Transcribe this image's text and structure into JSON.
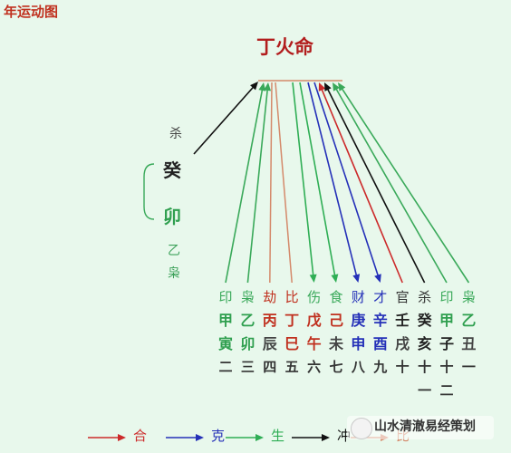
{
  "caption": "年运动图",
  "title": "丁火命",
  "left_labels": {
    "sha": "杀",
    "gui": "癸",
    "mao": "卯",
    "yi": "乙",
    "xiao": "枭"
  },
  "columns": [
    {
      "god": "印",
      "stem": "甲",
      "branch": "寅",
      "age": "二",
      "age2": "",
      "arrow": "up",
      "color": "#3aa95a",
      "god_color": "#3aa95a",
      "stem_color": "#2f9f4f",
      "branch_color": "#2f9f4f"
    },
    {
      "god": "枭",
      "stem": "乙",
      "branch": "卯",
      "age": "三",
      "age2": "",
      "arrow": "up",
      "color": "#3aa95a",
      "god_color": "#3aa95a",
      "stem_color": "#2f9f4f",
      "branch_color": "#2f9f4f"
    },
    {
      "god": "劫",
      "stem": "丙",
      "branch": "辰",
      "age": "四",
      "age2": "",
      "arrow": "none",
      "color": "#d4896a",
      "god_color": "#c0301e",
      "stem_color": "#c0301e",
      "branch_color": "#444444"
    },
    {
      "god": "比",
      "stem": "丁",
      "branch": "巳",
      "age": "五",
      "age2": "",
      "arrow": "none",
      "color": "#d4896a",
      "god_color": "#c0301e",
      "stem_color": "#c0301e",
      "branch_color": "#c0301e"
    },
    {
      "god": "伤",
      "stem": "戊",
      "branch": "午",
      "age": "六",
      "age2": "",
      "arrow": "down",
      "color": "#2fae55",
      "god_color": "#3aa95a",
      "stem_color": "#c0301e",
      "branch_color": "#c0301e"
    },
    {
      "god": "食",
      "stem": "己",
      "branch": "未",
      "age": "七",
      "age2": "",
      "arrow": "down",
      "color": "#2fae55",
      "god_color": "#3aa95a",
      "stem_color": "#c0301e",
      "branch_color": "#444444"
    },
    {
      "god": "财",
      "stem": "庚",
      "branch": "申",
      "age": "八",
      "age2": "",
      "arrow": "down",
      "color": "#2430b8",
      "god_color": "#2430b8",
      "stem_color": "#2430b8",
      "branch_color": "#2430b8"
    },
    {
      "god": "才",
      "stem": "辛",
      "branch": "酉",
      "age": "九",
      "age2": "",
      "arrow": "down",
      "color": "#2430b8",
      "god_color": "#2430b8",
      "stem_color": "#2430b8",
      "branch_color": "#2430b8"
    },
    {
      "god": "官",
      "stem": "壬",
      "branch": "戌",
      "age": "十",
      "age2": "",
      "arrow": "up",
      "color": "#cc2a2a",
      "god_color": "#333333",
      "stem_color": "#222222",
      "branch_color": "#444444"
    },
    {
      "god": "杀",
      "stem": "癸",
      "branch": "亥",
      "age": "十",
      "age2": "一",
      "arrow": "up",
      "color": "#111111",
      "god_color": "#333333",
      "stem_color": "#222222",
      "branch_color": "#222222"
    },
    {
      "god": "印",
      "stem": "甲",
      "branch": "子",
      "age": "十",
      "age2": "二",
      "arrow": "up",
      "color": "#3aa95a",
      "god_color": "#3aa95a",
      "stem_color": "#2f9f4f",
      "branch_color": "#222222"
    },
    {
      "god": "枭",
      "stem": "乙",
      "branch": "丑",
      "age": "一",
      "age2": "",
      "arrow": "up",
      "color": "#3aa95a",
      "god_color": "#3aa95a",
      "stem_color": "#2f9f4f",
      "branch_color": "#444444"
    }
  ],
  "legend": [
    {
      "label": "合",
      "color": "#cc2a2a"
    },
    {
      "label": "克",
      "color": "#2430b8"
    },
    {
      "label": "生",
      "color": "#2fae55"
    },
    {
      "label": "冲",
      "color": "#111111"
    },
    {
      "label": "比",
      "color": "#d4896a"
    }
  ],
  "watermark": "山水清澈易经策划"
}
